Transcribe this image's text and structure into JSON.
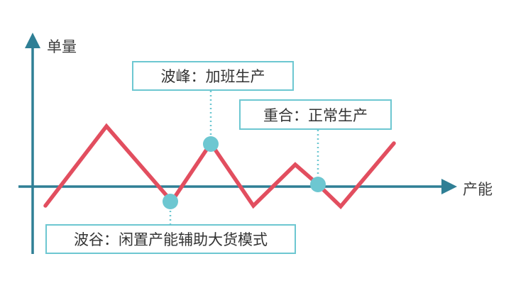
{
  "axes": {
    "y_label": "单量",
    "x_label": "产能"
  },
  "callouts": {
    "peak": "波峰：加班生产",
    "overlap": "重合：正常生产",
    "trough": "波谷：闲置产能辅助大货模式"
  },
  "colors": {
    "axis": "#2f7f95",
    "line": "#e24e5f",
    "marker": "#6dc7d1",
    "callout_border": "#6dc7d1"
  }
}
